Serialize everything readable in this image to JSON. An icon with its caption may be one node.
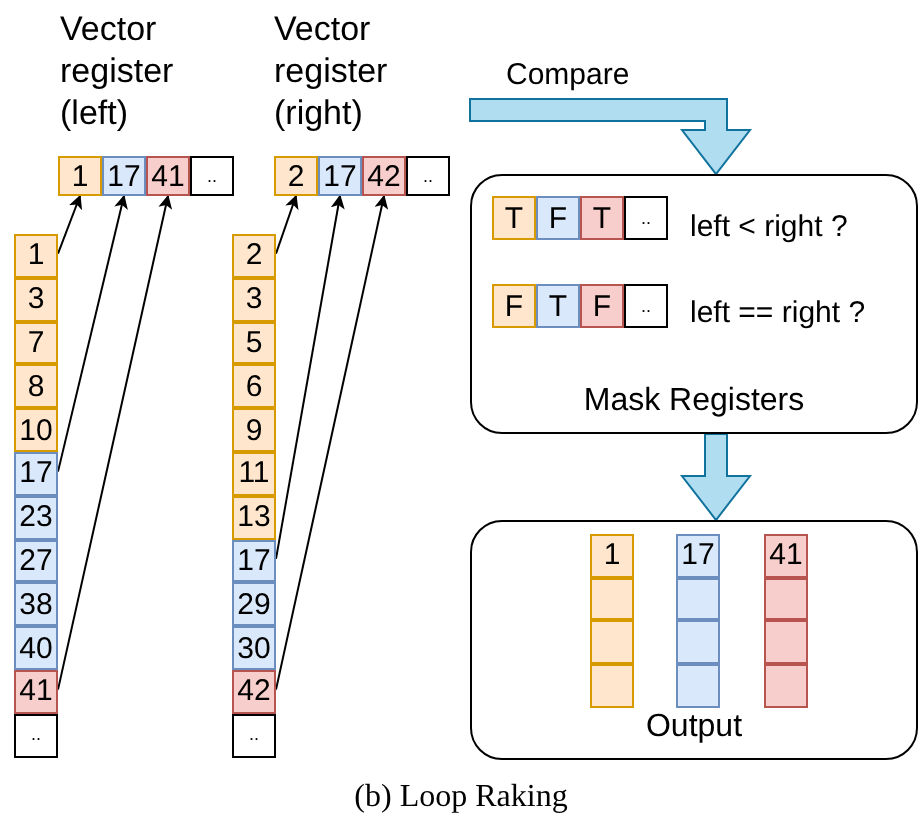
{
  "diagram": {
    "caption": "(b) Loop Raking",
    "nodes": [
      {
        "text": [
          "1"
        ]
      },
      {
        "text": [
          "17"
        ]
      },
      {
        "text": [
          "41"
        ]
      },
      {
        "text": [
          ".."
        ]
      },
      {
        "text": [
          "2"
        ]
      },
      {
        "text": [
          "17"
        ]
      },
      {
        "text": [
          "42"
        ]
      },
      {
        "text": [
          ".."
        ]
      },
      {
        "text": [
          "1"
        ]
      },
      {
        "text": [
          "3"
        ]
      },
      {
        "text": [
          "7"
        ]
      },
      {
        "text": [
          "8"
        ]
      },
      {
        "text": [
          "10"
        ]
      },
      {
        "text": [
          "17"
        ]
      },
      {
        "text": [
          "23"
        ]
      },
      {
        "text": [
          "27"
        ]
      },
      {
        "text": [
          "38"
        ]
      },
      {
        "text": [
          "40"
        ]
      },
      {
        "text": [
          "41"
        ]
      },
      {
        "text": [
          ".."
        ]
      },
      {
        "text": [
          "2"
        ]
      },
      {
        "text": [
          "3"
        ]
      },
      {
        "text": [
          "5"
        ]
      },
      {
        "text": [
          "6"
        ]
      },
      {
        "text": [
          "9"
        ]
      },
      {
        "text": [
          "11"
        ]
      },
      {
        "text": [
          "13"
        ]
      },
      {
        "text": [
          "17"
        ]
      },
      {
        "text": [
          "29"
        ]
      },
      {
        "text": [
          "30"
        ]
      },
      {
        "text": [
          "42"
        ]
      },
      {
        "text": [
          ".."
        ]
      },
      {
        "text": [
          "Mask Registers"
        ]
      },
      {
        "text": [
          "T"
        ],
        "in": 32
      },
      {
        "text": [
          "F"
        ],
        "in": 32
      },
      {
        "text": [
          "T"
        ],
        "in": 32
      },
      {
        "text": [
          ".."
        ],
        "in": 32
      },
      {
        "text": [
          "F"
        ],
        "in": 32
      },
      {
        "text": [
          "T"
        ],
        "in": 32
      },
      {
        "text": [
          "F"
        ],
        "in": 32
      },
      {
        "text": [
          ".."
        ],
        "in": 32
      },
      {
        "text": [
          "Output"
        ]
      },
      {
        "text": [
          "1"
        ],
        "in": 41
      },
      {
        "text": [],
        "shape": "box",
        "in": 41
      },
      {
        "text": [],
        "shape": "box",
        "in": 41
      },
      {
        "text": [],
        "shape": "box",
        "in": 41
      },
      {
        "text": [
          "17"
        ],
        "in": 41
      },
      {
        "text": [],
        "shape": "box",
        "in": 41
      },
      {
        "text": [],
        "shape": "box",
        "in": 41
      },
      {
        "text": [],
        "shape": "box",
        "in": 41
      },
      {
        "text": [
          "41"
        ],
        "in": 41
      },
      {
        "text": [],
        "shape": "box",
        "in": 41
      },
      {
        "text": [],
        "shape": "box",
        "in": 41
      },
      {
        "text": [],
        "shape": "box",
        "in": 41
      }
    ],
    "edges": [
      {
        "from": 8,
        "to": 0,
        "arrow": "to"
      },
      {
        "from": 13,
        "to": 1,
        "arrow": "to"
      },
      {
        "from": 18,
        "to": 2,
        "arrow": "to"
      },
      {
        "from": 20,
        "to": 4,
        "arrow": "to"
      },
      {
        "from": 27,
        "to": 5,
        "arrow": "to"
      },
      {
        "from": 30,
        "to": 6,
        "arrow": "to"
      },
      {
        "from": null,
        "to": 32,
        "arrow": "to",
        "label": "Compare",
        "style": "thick",
        "color": "#b1ddf0"
      },
      {
        "from": 32,
        "to": 41,
        "arrow": "to",
        "style": "thick",
        "color": "#b1ddf0"
      }
    ],
    "labels": [
      "Vector register (left)",
      "Vector register (right)",
      "left < right ?",
      "left == right ?"
    ]
  }
}
